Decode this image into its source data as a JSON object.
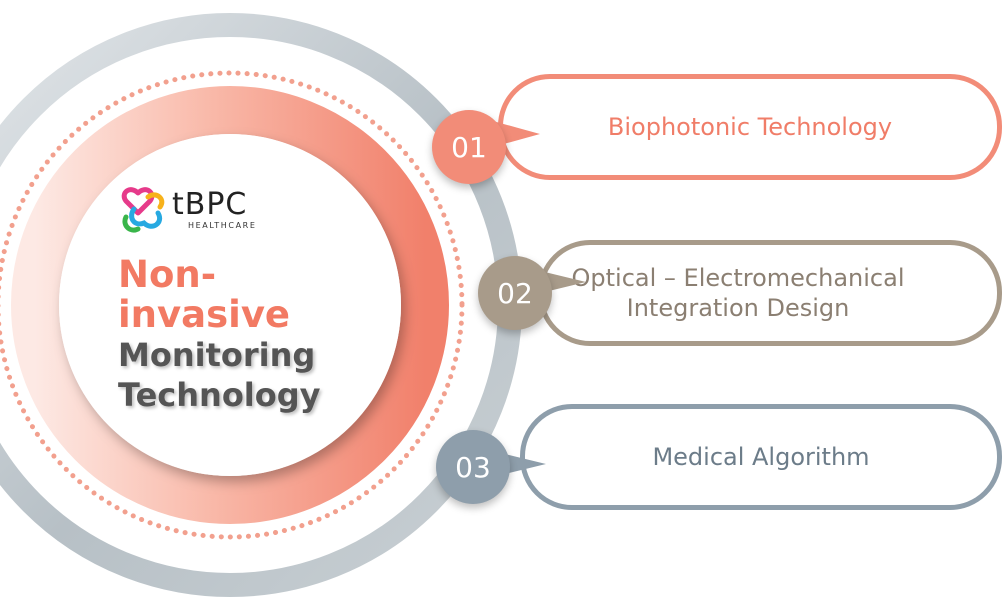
{
  "center": {
    "logo": {
      "wordmark": "tBPC",
      "subtitle": "HEALTHCARE"
    },
    "title_lines": [
      "Non-",
      "invasive"
    ],
    "subtitle_lines": [
      "Monitoring",
      "Technology"
    ]
  },
  "items": [
    {
      "number": "01",
      "label_lines": [
        "Biophotonic Technology"
      ],
      "color": "#f28c78"
    },
    {
      "number": "02",
      "label_lines": [
        "Optical – Electromechanical",
        "Integration Design"
      ],
      "color": "#a89b8a"
    },
    {
      "number": "03",
      "label_lines": [
        "Medical Algorithm"
      ],
      "color": "#8e9eab"
    }
  ],
  "colors": {
    "coral": "#f28c78",
    "coral_light": "#fde3dc",
    "taupe": "#a89b8a",
    "steel": "#8e9eab",
    "ring_gray": "#9aa6ae"
  }
}
